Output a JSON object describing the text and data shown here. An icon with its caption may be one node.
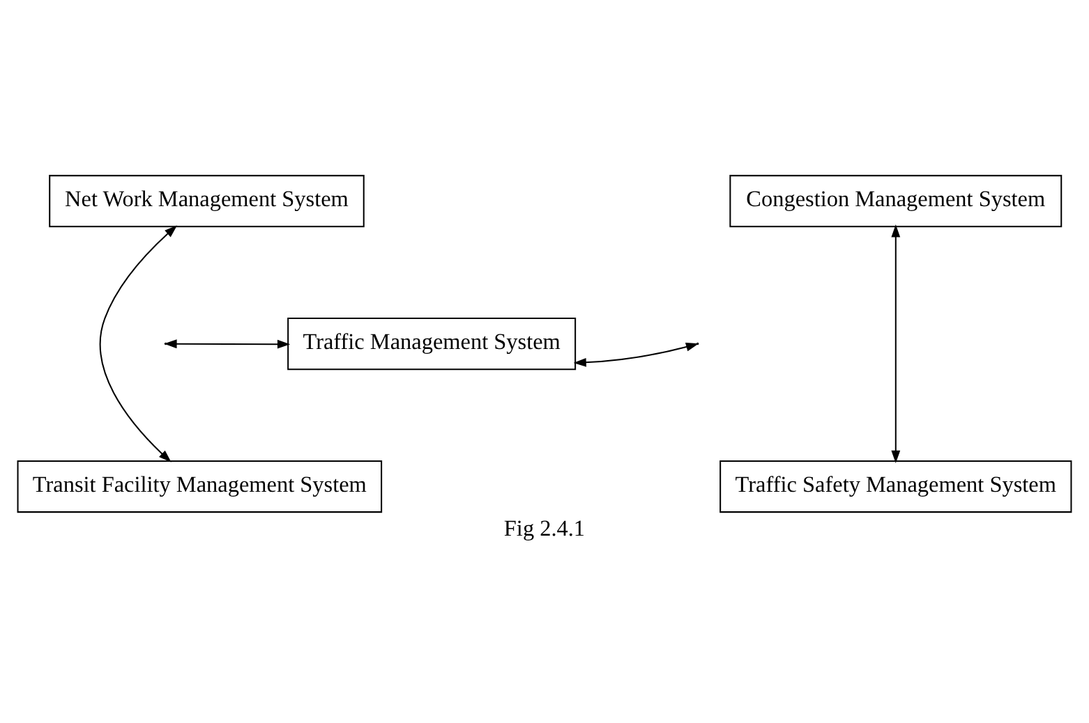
{
  "diagram": {
    "caption": "Fig 2.4.1",
    "nodes": [
      {
        "text": [
          "Net Work Management System"
        ]
      },
      {
        "text": [
          "Congestion Management System"
        ]
      },
      {
        "text": [
          "Traffic Management System"
        ]
      },
      {
        "text": [
          "Transit Facility Management System"
        ]
      },
      {
        "text": [
          "Traffic Safety Management System"
        ]
      }
    ],
    "edges": [
      {
        "from": 0,
        "to": 3,
        "arrow": "both"
      },
      {
        "from": null,
        "to": 2,
        "arrow": "both"
      },
      {
        "from": 2,
        "to": null,
        "arrow": "both"
      },
      {
        "from": 1,
        "to": 4,
        "arrow": "both"
      }
    ]
  }
}
